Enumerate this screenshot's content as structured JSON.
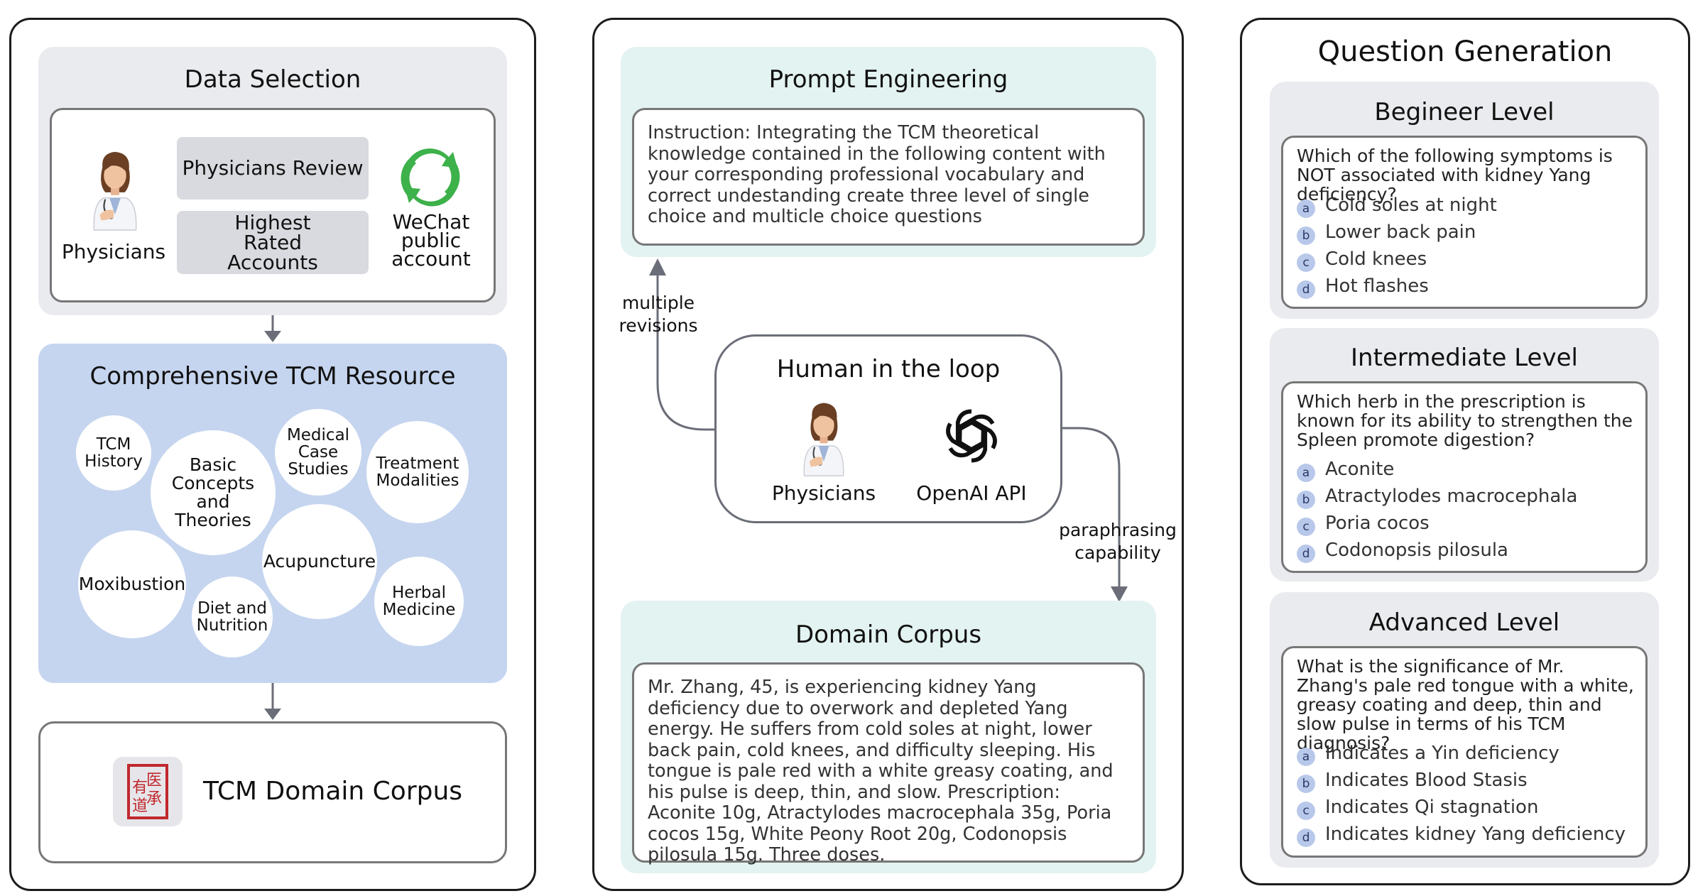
{
  "left": {
    "data_selection": {
      "title": "Data Selection",
      "physicians_label": "Physicians",
      "review_tag": "Physicians Review",
      "rated_tag": "Highest Rated Accounts",
      "wechat_label": "WeChat public account"
    },
    "resource": {
      "title": "Comprehensive TCM Resource",
      "topics": {
        "history": "TCM History",
        "basic": "Basic Concepts and Theories",
        "case": "Medical Case Studies",
        "treatment": "Treatment Modalities",
        "acupuncture": "Acupuncture",
        "moxibustion": "Moxibustion",
        "diet": "Diet and Nutrition",
        "herbal": "Herbal Medicine"
      }
    },
    "corpus": {
      "title": "TCM Domain Corpus",
      "seal_text": "医承有道"
    }
  },
  "middle": {
    "prompt": {
      "title": "Prompt Engineering",
      "instruction": "Instruction: Integrating the TCM theoretical knowledge contained in the following content with your corresponding professional vocabulary and correct undestanding create three level of single choice and multicle choice questions"
    },
    "loop": {
      "title": "Human in the loop",
      "physicians_label": "Physicians",
      "openai_label": "OpenAI API"
    },
    "arrow_left_label": "multiple revisions",
    "arrow_right_label": "paraphrasing capability",
    "corpus": {
      "title": "Domain Corpus",
      "text": "Mr. Zhang, 45, is experiencing kidney Yang deficiency due to overwork and depleted Yang energy. He suffers from cold soles at night, lower back pain, cold knees, and difficulty sleeping. His tongue is pale red with a white greasy coating, and his pulse is deep, thin, and slow. Prescription: Aconite 10g, Atractylodes macrocephala 35g, Poria cocos 15g, White Peony Root 20g, Codonopsis pilosula 15g. Three doses."
    }
  },
  "right": {
    "title": "Question Generation",
    "levels": [
      {
        "title": "Begineer Level",
        "question": "Which of the following symptoms is NOT associated with kidney Yang deficiency?",
        "options": [
          {
            "letter": "a",
            "text": "Cold soles at night"
          },
          {
            "letter": "b",
            "text": "Lower back pain"
          },
          {
            "letter": "c",
            "text": "Cold knees"
          },
          {
            "letter": "d",
            "text": "Hot flashes"
          }
        ]
      },
      {
        "title": "Intermediate Level",
        "question": "Which herb in the prescription is known for its ability to strengthen the Spleen promote digestion?",
        "options": [
          {
            "letter": "a",
            "text": "Aconite"
          },
          {
            "letter": "b",
            "text": "Atractylodes macrocephala"
          },
          {
            "letter": "c",
            "text": "Poria cocos"
          },
          {
            "letter": "d",
            "text": "Codonopsis pilosula"
          }
        ]
      },
      {
        "title": "Advanced Level",
        "question": "What is the significance of Mr. Zhang's pale red tongue with a white, greasy coating and deep, thin and slow pulse in terms of his TCM diagnosis?",
        "options": [
          {
            "letter": "a",
            "text": "Indicates a Yin deficiency"
          },
          {
            "letter": "b",
            "text": "Indicates Blood Stasis"
          },
          {
            "letter": "c",
            "text": "Indicates Qi stagnation"
          },
          {
            "letter": "d",
            "text": "Indicates kidney Yang deficiency"
          }
        ]
      }
    ]
  },
  "colors": {
    "gray_box": "#eaebef",
    "teal_box": "#e3f3f1",
    "blue_box": "#c5d5ef",
    "badge": "#b8c8ea",
    "wechat_green": "#3db14a",
    "seal_red": "#c0282d",
    "arrow": "#6b6e78"
  },
  "icons": [
    "physician-avatar-icon",
    "wechat-logo-icon",
    "openai-logo-icon",
    "tcm-seal-icon"
  ]
}
